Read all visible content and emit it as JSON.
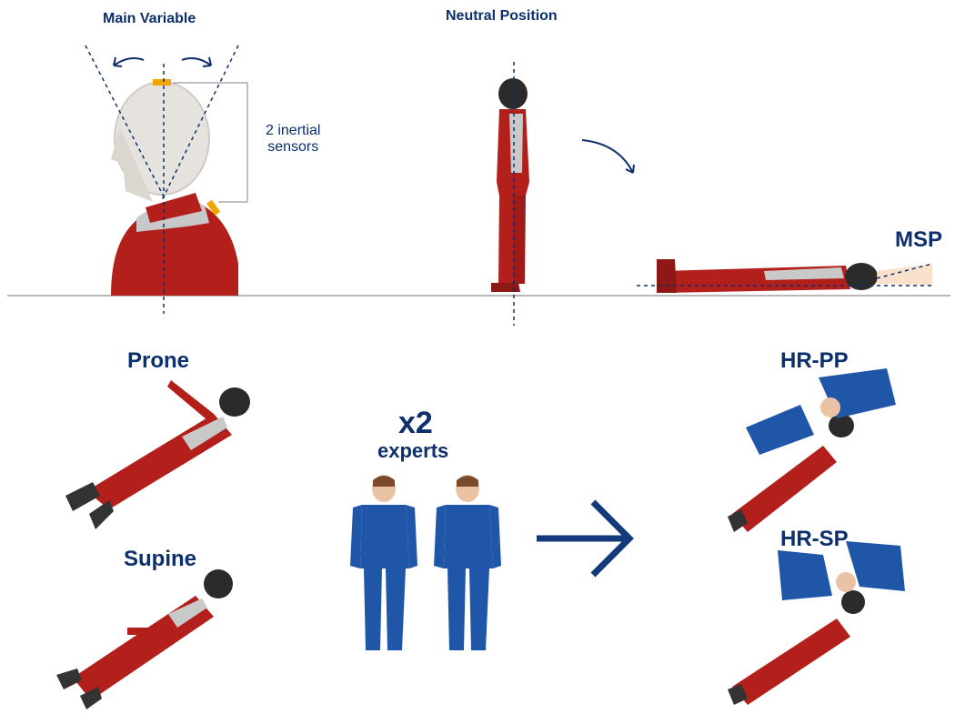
{
  "labels": {
    "main_variable": "Main Variable",
    "neutral_position": "Neutral Position",
    "inertial_sensors_line1": "2 inertial",
    "inertial_sensors_line2": "sensors",
    "msp": "MSP",
    "prone": "Prone",
    "supine": "Supine",
    "multiplier": "x2",
    "experts": "experts",
    "hr_pp": "HR-PP",
    "hr_sp": "HR-SP"
  },
  "colors": {
    "text": "#0d2f6b",
    "suit": "#b3201c",
    "suit_light": "#d33a2c",
    "helmet": "#2b2b2b",
    "sensor": "#f0a500",
    "expert_clothing": "#1f56a8",
    "skin": "#e9c3a4",
    "arrow": "#123a7a",
    "ground": "#b9b9b9"
  }
}
